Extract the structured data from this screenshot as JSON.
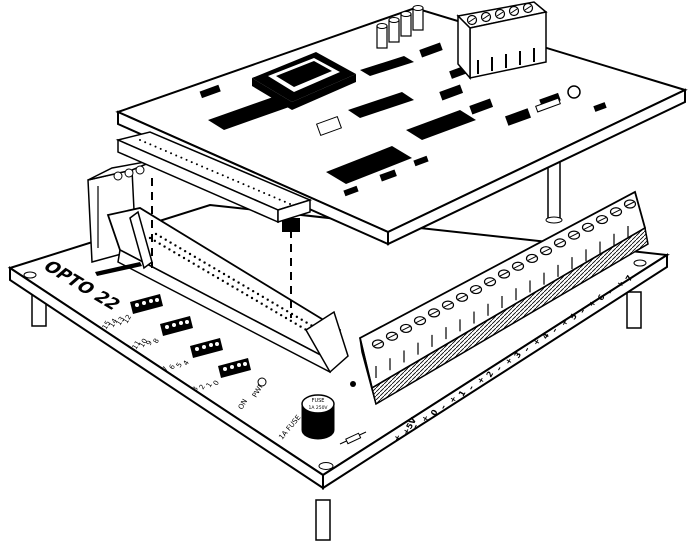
{
  "board": {
    "brand": "OPTO 22",
    "pwr_label": "PWR",
    "on_label": "ON",
    "fuse_label": "1A FUSE",
    "fuse_cap_text": "FUSE",
    "fuse_cap_rating": "1A 250V",
    "led_channels_back": [
      "15",
      "14",
      "13",
      "12"
    ],
    "led_channels_mid": [
      "11",
      "10",
      "9",
      "8"
    ],
    "led_channels_front": [
      "7",
      "6",
      "5",
      "4"
    ],
    "led_channels_first": [
      "3",
      "2",
      "1",
      "0"
    ],
    "terminal_labels": [
      "+",
      "+5V",
      "–",
      "+",
      "0",
      "–",
      "+",
      "1",
      "–",
      "+",
      "2",
      "–",
      "+",
      "3",
      "–",
      "+",
      "4",
      "–",
      "+",
      "5",
      "–",
      "+",
      "6",
      "–",
      "+",
      "7"
    ]
  },
  "colors": {
    "ink": "#000000",
    "paper": "#ffffff",
    "shade": "#d9d9d9"
  },
  "icons": [
    "screw-terminal-icon",
    "led-icon",
    "fuse-icon",
    "chip-icon"
  ]
}
